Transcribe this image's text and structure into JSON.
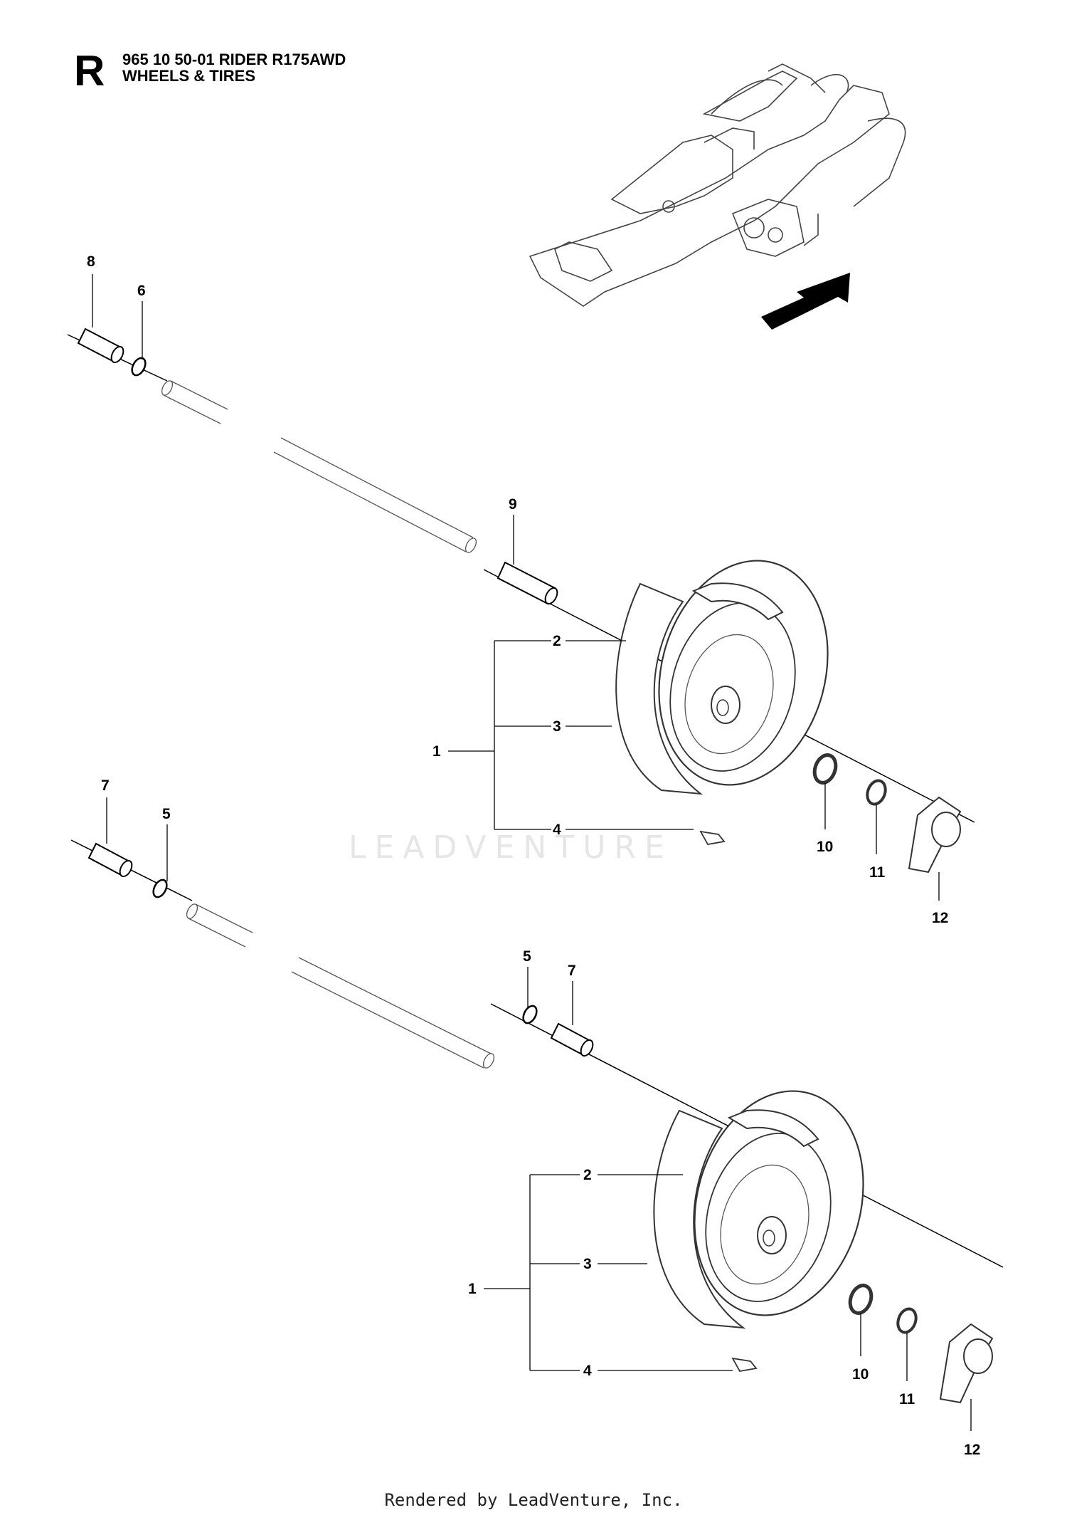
{
  "header": {
    "section_letter": "R",
    "model_line": "965 10 50-01 RIDER R175AWD",
    "assembly_title": "WHEELS & TIRES"
  },
  "watermark_text": "LEADVENTURE",
  "footer_text": "Rendered by LeadVenture, Inc.",
  "callouts": {
    "upper": {
      "c8": "8",
      "c6": "6",
      "c9": "9",
      "c2": "2",
      "c3": "3",
      "c1": "1",
      "c4": "4",
      "c10": "10",
      "c11": "11",
      "c12": "12"
    },
    "lower": {
      "c7a": "7",
      "c5a": "5",
      "c5b": "5",
      "c7b": "7",
      "c2": "2",
      "c3": "3",
      "c1": "1",
      "c4": "4",
      "c10": "10",
      "c11": "11",
      "c12": "12"
    }
  },
  "colors": {
    "line": "#000000",
    "part_stroke": "#333333",
    "watermark": "#e6e6e6"
  }
}
